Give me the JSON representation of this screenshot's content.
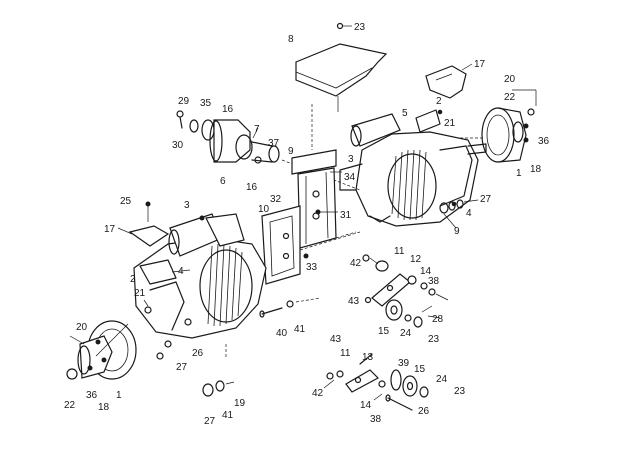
{
  "diagram": {
    "callouts": [
      {
        "id": "c23a",
        "text": "23"
      },
      {
        "id": "c8",
        "text": "8"
      },
      {
        "id": "c17a",
        "text": "17"
      },
      {
        "id": "c20a",
        "text": "20"
      },
      {
        "id": "c22a",
        "text": "22"
      },
      {
        "id": "c2a",
        "text": "2"
      },
      {
        "id": "c21a",
        "text": "21"
      },
      {
        "id": "c36a",
        "text": "36"
      },
      {
        "id": "c18a",
        "text": "18"
      },
      {
        "id": "c1a",
        "text": "1"
      },
      {
        "id": "c29",
        "text": "29"
      },
      {
        "id": "c35",
        "text": "35"
      },
      {
        "id": "c16a",
        "text": "16"
      },
      {
        "id": "c30",
        "text": "30"
      },
      {
        "id": "c7",
        "text": "7"
      },
      {
        "id": "c37",
        "text": "37"
      },
      {
        "id": "c6",
        "text": "6"
      },
      {
        "id": "c16b",
        "text": "16"
      },
      {
        "id": "c9a",
        "text": "9"
      },
      {
        "id": "c3a",
        "text": "3"
      },
      {
        "id": "c5",
        "text": "5"
      },
      {
        "id": "c34",
        "text": "34"
      },
      {
        "id": "c27a",
        "text": "27"
      },
      {
        "id": "c4a",
        "text": "4"
      },
      {
        "id": "c9b",
        "text": "9"
      },
      {
        "id": "c25",
        "text": "25"
      },
      {
        "id": "c3b",
        "text": "3"
      },
      {
        "id": "c17b",
        "text": "17"
      },
      {
        "id": "c10",
        "text": "10"
      },
      {
        "id": "c32",
        "text": "32"
      },
      {
        "id": "c31",
        "text": "31"
      },
      {
        "id": "c4b",
        "text": "4"
      },
      {
        "id": "c33",
        "text": "33"
      },
      {
        "id": "c42a",
        "text": "42"
      },
      {
        "id": "c11a",
        "text": "11"
      },
      {
        "id": "c12",
        "text": "12"
      },
      {
        "id": "c14a",
        "text": "14"
      },
      {
        "id": "c38a",
        "text": "38"
      },
      {
        "id": "c2b",
        "text": "2"
      },
      {
        "id": "c21b",
        "text": "21"
      },
      {
        "id": "c43a",
        "text": "43"
      },
      {
        "id": "c28a",
        "text": "28"
      },
      {
        "id": "c15a",
        "text": "15"
      },
      {
        "id": "c24a",
        "text": "24"
      },
      {
        "id": "c23b",
        "text": "23"
      },
      {
        "id": "c40",
        "text": "40"
      },
      {
        "id": "c41a",
        "text": "41"
      },
      {
        "id": "c20b",
        "text": "20"
      },
      {
        "id": "c26a",
        "text": "26"
      },
      {
        "id": "c27b",
        "text": "27"
      },
      {
        "id": "c43b",
        "text": "43"
      },
      {
        "id": "c11b",
        "text": "11"
      },
      {
        "id": "c13",
        "text": "13"
      },
      {
        "id": "c39",
        "text": "39"
      },
      {
        "id": "c15b",
        "text": "15"
      },
      {
        "id": "c42b",
        "text": "42"
      },
      {
        "id": "c24b",
        "text": "24"
      },
      {
        "id": "c23c",
        "text": "23"
      },
      {
        "id": "c22b",
        "text": "22"
      },
      {
        "id": "c36b",
        "text": "36"
      },
      {
        "id": "c18b",
        "text": "18"
      },
      {
        "id": "c1b",
        "text": "1"
      },
      {
        "id": "c19",
        "text": "19"
      },
      {
        "id": "c27c",
        "text": "27"
      },
      {
        "id": "c41b",
        "text": "41"
      },
      {
        "id": "c14b",
        "text": "14"
      },
      {
        "id": "c38b",
        "text": "38"
      },
      {
        "id": "c26b",
        "text": "26"
      }
    ]
  }
}
